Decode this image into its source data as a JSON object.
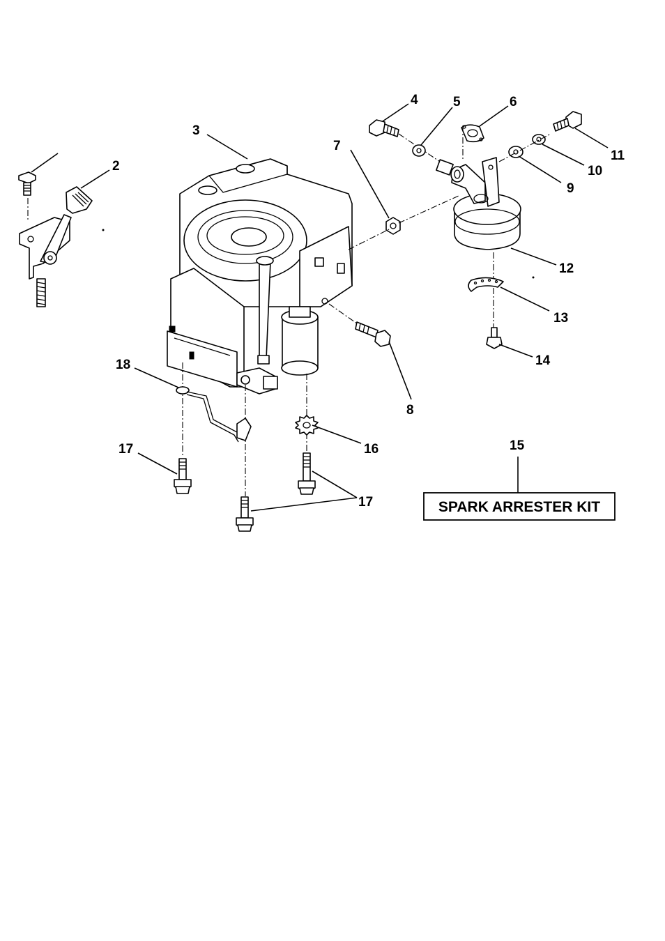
{
  "callouts": {
    "c2": "2",
    "c3": "3",
    "c4": "4",
    "c5": "5",
    "c6": "6",
    "c7": "7",
    "c8": "8",
    "c9": "9",
    "c10": "10",
    "c11": "11",
    "c12": "12",
    "c13": "13",
    "c14": "14",
    "c15": "15",
    "c16": "16",
    "c17a": "17",
    "c17b": "17",
    "c18": "18"
  },
  "kit_label": "SPARK ARRESTER KIT"
}
